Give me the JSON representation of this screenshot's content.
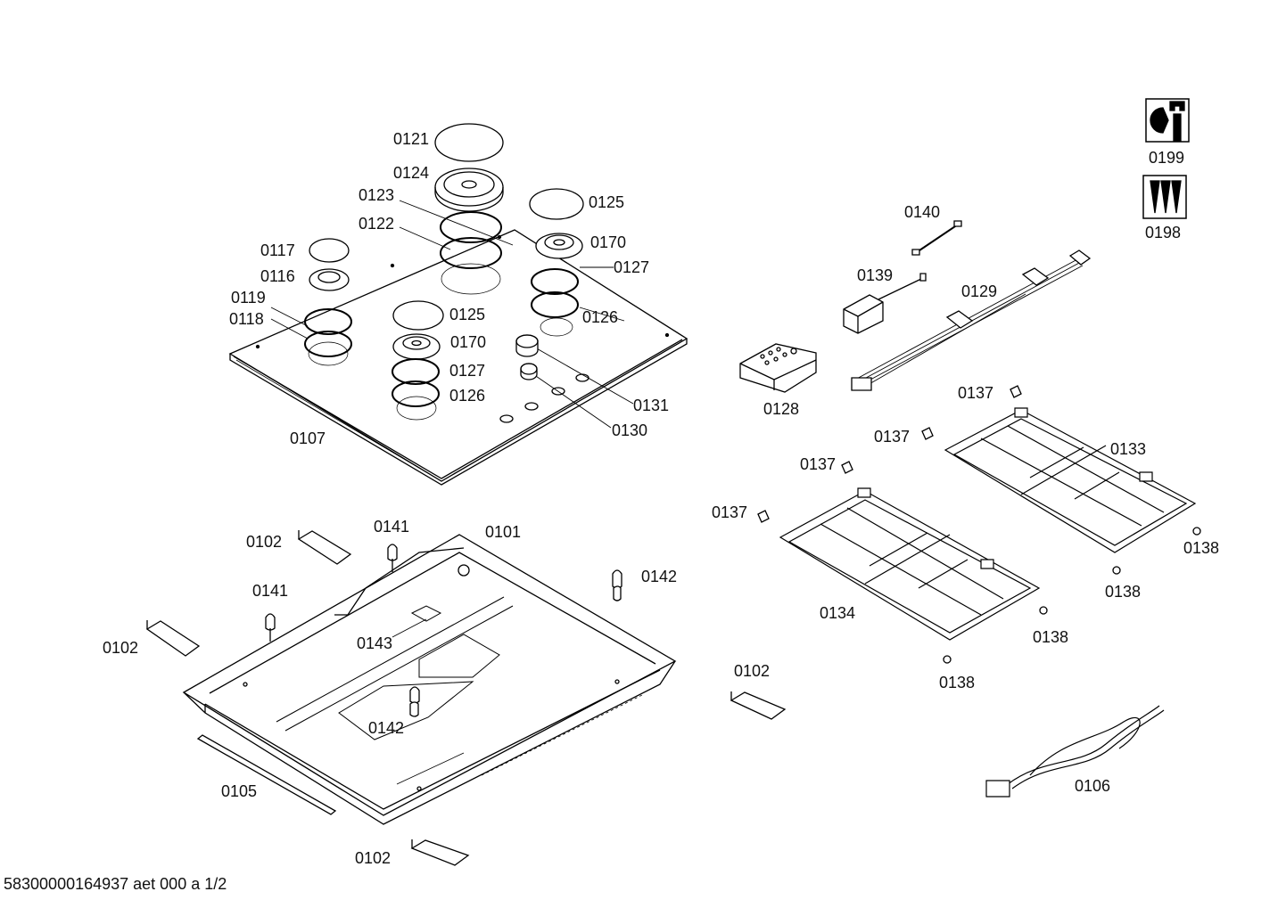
{
  "labels": {
    "p0121": "0121",
    "p0124": "0124",
    "p0123": "0123",
    "p0122": "0122",
    "p0125a": "0125",
    "p0170a": "0170",
    "p0127a": "0127",
    "p0126a": "0126",
    "p0117": "0117",
    "p0116": "0116",
    "p0119": "0119",
    "p0118": "0118",
    "p0125b": "0125",
    "p0170b": "0170",
    "p0127b": "0127",
    "p0126b": "0126",
    "p0131": "0131",
    "p0130": "0130",
    "p0107": "0107",
    "p0140": "0140",
    "p0139": "0139",
    "p0129": "0129",
    "p0128": "0128",
    "p0137a": "0137",
    "p0137b": "0137",
    "p0137c": "0137",
    "p0137d": "0137",
    "p0133": "0133",
    "p0134": "0134",
    "p0138a": "0138",
    "p0138b": "0138",
    "p0138c": "0138",
    "p0138d": "0138",
    "p0102a": "0102",
    "p0141a": "0141",
    "p0101": "0101",
    "p0142a": "0142",
    "p0141b": "0141",
    "p0102b": "0102",
    "p0143": "0143",
    "p0142b": "0142",
    "p0105": "0105",
    "p0102c": "0102",
    "p0102d": "0102",
    "p0106": "0106",
    "p0199": "0199",
    "p0198": "0198"
  },
  "footer": "58300000164937 aet 000 a 1/2",
  "icons": [
    "tool-wrench-icon",
    "screws-icon"
  ]
}
